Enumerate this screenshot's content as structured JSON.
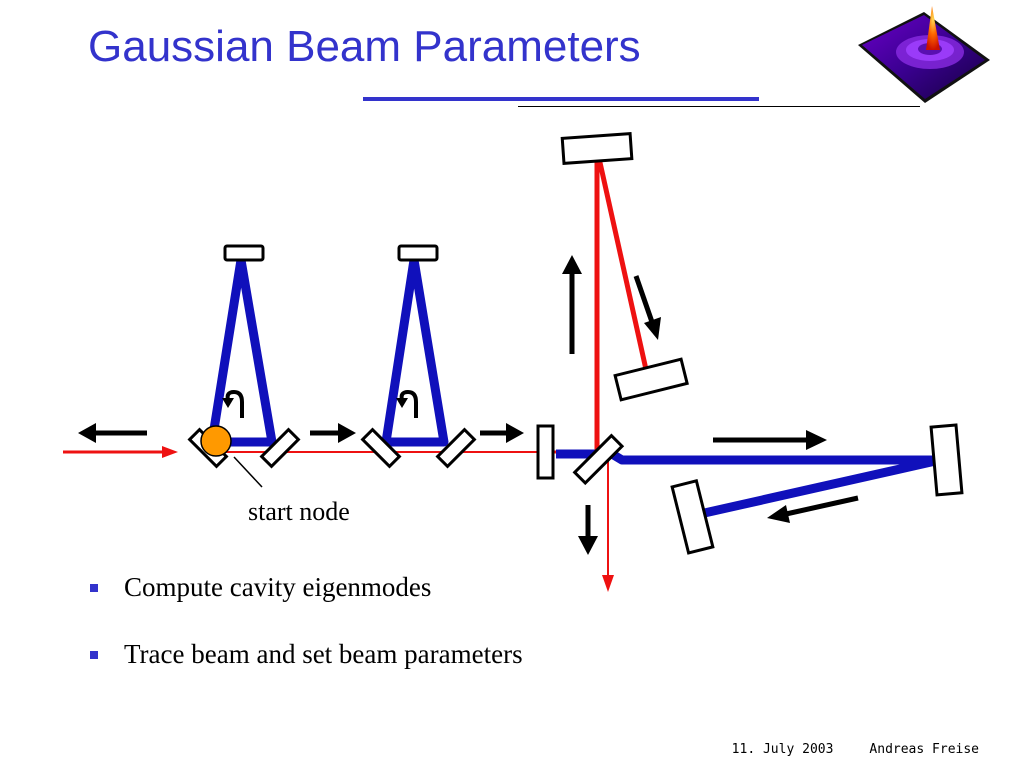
{
  "slide": {
    "title": "Gaussian Beam Parameters",
    "bullets": [
      {
        "text": "Compute cavity eigenmodes"
      },
      {
        "text": "Trace beam and set beam parameters"
      }
    ],
    "footer": {
      "date": "11. July 2003",
      "author": "Andreas Freise"
    }
  },
  "diagram": {
    "start_label": "start node",
    "colors": {
      "cavity_beam": "#1010bb",
      "laser_beam": "#ee1111",
      "arrow": "#000000",
      "start_node": "#ff9900",
      "title": "#3333cc"
    }
  }
}
